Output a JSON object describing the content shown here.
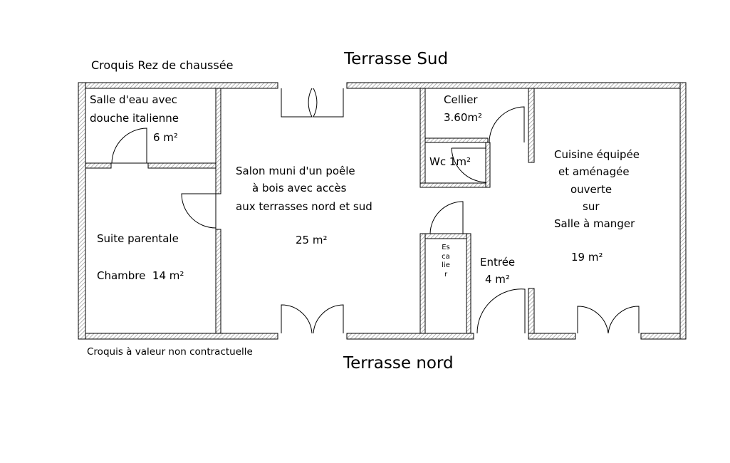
{
  "title": "Croquis Rez de chaussée",
  "north_label": "Terrasse nord",
  "south_label": "Terrasse Sud",
  "disclaimer": "Croquis à valeur non contractuelle",
  "rooms": {
    "salle_deau": {
      "line1": "Salle d'eau avec",
      "line2": "douche italienne",
      "area": "6 m²"
    },
    "suite": {
      "name": "Suite parentale",
      "area": "Chambre  14 m²"
    },
    "salon": {
      "line1": "Salon muni d'un poêle",
      "line2": "à bois avec accès",
      "line3": "aux terrasses nord et sud",
      "area": "25 m²"
    },
    "cellier": {
      "name": "Cellier",
      "area": "3.60m²"
    },
    "wc": {
      "name": "Wc 1m²"
    },
    "escalier": {
      "name": "Escalier"
    },
    "entree": {
      "name": "Entrée",
      "area": "4 m²"
    },
    "cuisine": {
      "line1": "Cuisine équipée",
      "line2": "et aménagée",
      "line3": "ouverte",
      "line4": "sur",
      "line5": "Salle à manger",
      "area": "19 m²"
    }
  }
}
